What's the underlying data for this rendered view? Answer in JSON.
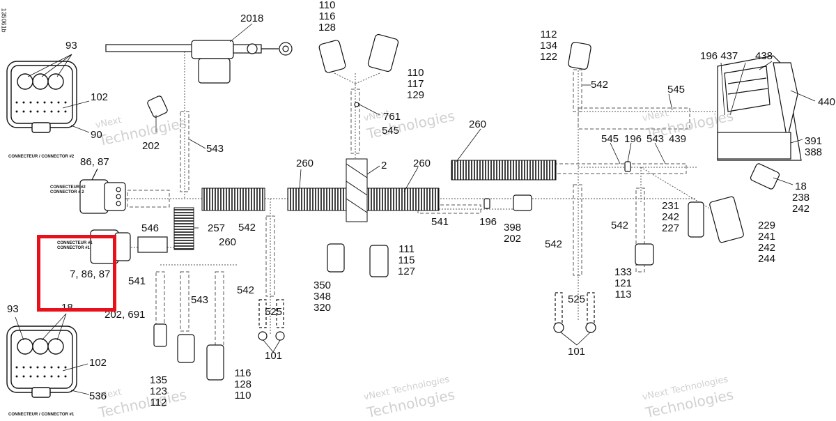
{
  "drawing_code": "135061b",
  "watermark": {
    "line1": "vNext",
    "line1b": "vNext Technologies",
    "line2": "Technologies"
  },
  "captions": {
    "connector2": "CONNECTEUR / CONNECTOR #2",
    "connector1": "CONNECTEUR / CONNECTOR #1",
    "small_conn2_a": "CONNECTEUR #2",
    "small_conn2_b": "CONNECTOR # 2",
    "small_conn1_a": "CONNECTEUR #1",
    "small_conn1_b": "CONNECTOR #1"
  },
  "callouts": {
    "c93_top": "93",
    "c102_top": "102",
    "c90": "90",
    "c2018": "2018",
    "c202_top": "202",
    "c543_a": "543",
    "c86_87": "86, 87",
    "c7_86_87": "7, 86, 87",
    "c546": "546",
    "c257": "257",
    "c260_a": "260",
    "c260_b": "260",
    "c542_a": "542",
    "c541_a": "541",
    "c543_b": "543",
    "c542_b": "542",
    "c202_691": "202, 691",
    "c18_left": "18",
    "c93_bottom": "93",
    "c102_bottom": "102",
    "c536": "536",
    "c135_stack": [
      "135",
      "123",
      "112"
    ],
    "c116_stack": [
      "116",
      "128",
      "110"
    ],
    "c525_a": "525",
    "c101_a": "101",
    "c110_top_stack": [
      "110",
      "116",
      "128"
    ],
    "c110_mid_stack": [
      "110",
      "117",
      "129"
    ],
    "c761": "761",
    "c545_a": "545",
    "c2": "2",
    "c260_c": "260",
    "c260_d": "260",
    "c350_stack": [
      "350",
      "348",
      "320"
    ],
    "c111_stack": [
      "111",
      "115",
      "127"
    ],
    "c541_b": "541",
    "c196_a": "196",
    "c398_stack": [
      "398",
      "202"
    ],
    "c112_stack": [
      "112",
      "134",
      "122"
    ],
    "c542_c": "542",
    "c545_b": "545",
    "c545_c": "545",
    "c196_b": "196",
    "c543_c": "543",
    "c439": "439",
    "c196_437": "196 437",
    "c438": "438",
    "c440": "440",
    "c391_stack": [
      "391",
      "388"
    ],
    "c18_stack": [
      "18",
      "238",
      "242"
    ],
    "c231_stack": [
      "231",
      "242",
      "227"
    ],
    "c229_stack": [
      "229",
      "241",
      "242",
      "244"
    ],
    "c542_d": "542",
    "c542_e": "542",
    "c133_stack": [
      "133",
      "121",
      "113"
    ],
    "c525_b": "525",
    "c101_b": "101"
  },
  "colors": {
    "line": "#111111",
    "thin": "#333333",
    "dash": "#555555",
    "highlight": "#e8101a",
    "watermark": "#aaaaaa"
  }
}
